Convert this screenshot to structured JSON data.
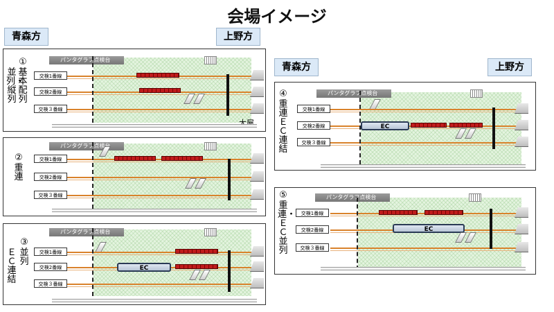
{
  "title": "会場イメージ",
  "directions": {
    "left_top": "青森方",
    "right_top": "上野方",
    "left_right": "青森方",
    "right_right": "上野方"
  },
  "inspection_label": "パンタグラフ点検台",
  "track_labels": [
    "交検1番線",
    "交検2番線",
    "交検３番線"
  ],
  "ec_label": "EC",
  "roof_label": "大屋",
  "panels": [
    {
      "id": "1",
      "number": "①",
      "label": "基本配列",
      "label2": "並列・縦列"
    },
    {
      "id": "2",
      "number": "②",
      "label": "重連"
    },
    {
      "id": "3",
      "number": "③",
      "label": "並列",
      "label2": "ＥＣ連結"
    },
    {
      "id": "4",
      "number": "④",
      "label": "重連ＥＣ連結"
    },
    {
      "id": "5",
      "number": "⑤",
      "label": "重連・ＥＣ並列"
    }
  ],
  "colors": {
    "track": "#d9822b",
    "train": "#c01c1c",
    "ec_fill": "#c9d4e2",
    "grass": "#e4f4df",
    "direction_badge": "#dbe9f7"
  },
  "icons": [
    "train-car-icon",
    "pantograph-icon",
    "buffer-stop-icon"
  ]
}
